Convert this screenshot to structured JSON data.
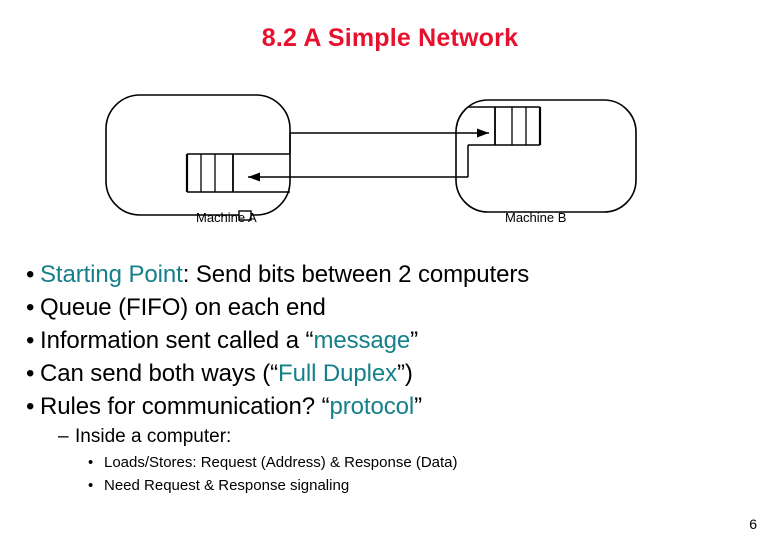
{
  "slide": {
    "title": "8.2 A Simple Network",
    "title_color": "#e8112d",
    "highlight_color": "#15808a",
    "page_number": "6"
  },
  "diagram": {
    "machine_a_label": "Machine A",
    "machine_b_label": "Machine B",
    "queue_a_cells": 3,
    "queue_b_cells": 3,
    "arrow_out_direction": "right",
    "arrow_in_direction": "left"
  },
  "bullets": [
    {
      "level": 1,
      "marker": "•",
      "parts": [
        {
          "text": "Starting Point",
          "highlight": true
        },
        {
          "text": ": Send bits between 2 computers",
          "highlight": false
        }
      ]
    },
    {
      "level": 1,
      "marker": "•",
      "parts": [
        {
          "text": "Queue (FIFO) on each end",
          "highlight": false
        }
      ]
    },
    {
      "level": 1,
      "marker": "•",
      "parts": [
        {
          "text": "Information sent called a “",
          "highlight": false
        },
        {
          "text": "message",
          "highlight": true
        },
        {
          "text": "”",
          "highlight": false
        }
      ]
    },
    {
      "level": 1,
      "marker": "•",
      "parts": [
        {
          "text": "Can send both ways (“",
          "highlight": false
        },
        {
          "text": "Full Duplex",
          "highlight": true
        },
        {
          "text": "”)",
          "highlight": false
        }
      ]
    },
    {
      "level": 1,
      "marker": "•",
      "parts": [
        {
          "text": "Rules for communication? “",
          "highlight": false
        },
        {
          "text": "protocol",
          "highlight": true
        },
        {
          "text": "”",
          "highlight": false
        }
      ]
    },
    {
      "level": 2,
      "marker": "–",
      "parts": [
        {
          "text": "Inside a computer:",
          "highlight": false
        }
      ]
    },
    {
      "level": 3,
      "marker": "•",
      "parts": [
        {
          "text": "Loads/Stores: Request (Address) & Response (Data)",
          "highlight": false
        }
      ]
    },
    {
      "level": 3,
      "marker": "•",
      "parts": [
        {
          "text": "Need Request & Response signaling",
          "highlight": false
        }
      ]
    }
  ]
}
